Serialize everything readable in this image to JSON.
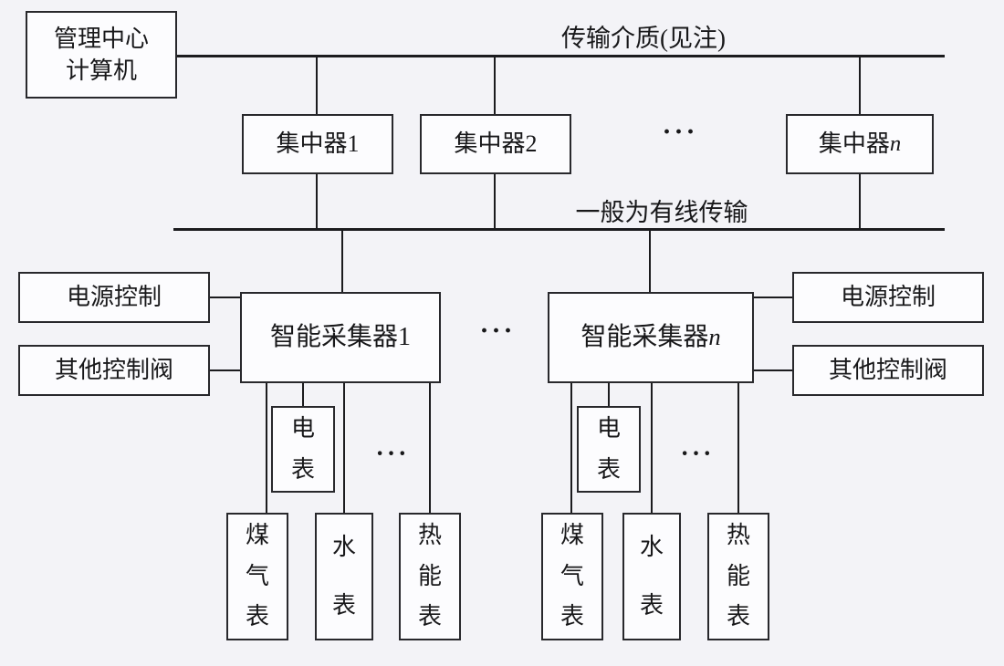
{
  "colors": {
    "background": "#f3f3f7",
    "line": "#1b1b1e",
    "box_background": "#fcfcfe",
    "text": "#18181a"
  },
  "labels": {
    "management_center_line1": "管理中心",
    "management_center_line2": "计算机",
    "bus1": "传输介质(见注)",
    "bus2": "一般为有线传输",
    "ellipsis": "···"
  },
  "concentrators": [
    {
      "name": "集中器1",
      "var": ""
    },
    {
      "name": "集中器2",
      "var": ""
    },
    {
      "name": "集中器",
      "var": "n"
    }
  ],
  "collectors": [
    {
      "name": "智能采集器1",
      "var": ""
    },
    {
      "name": "智能采集器",
      "var": "n"
    }
  ],
  "side_controls": {
    "power": "电源控制",
    "valves": "其他控制阀"
  },
  "meters": {
    "electric": "电表",
    "gas": "煤气表",
    "water": "水表",
    "heat": "热能表"
  }
}
